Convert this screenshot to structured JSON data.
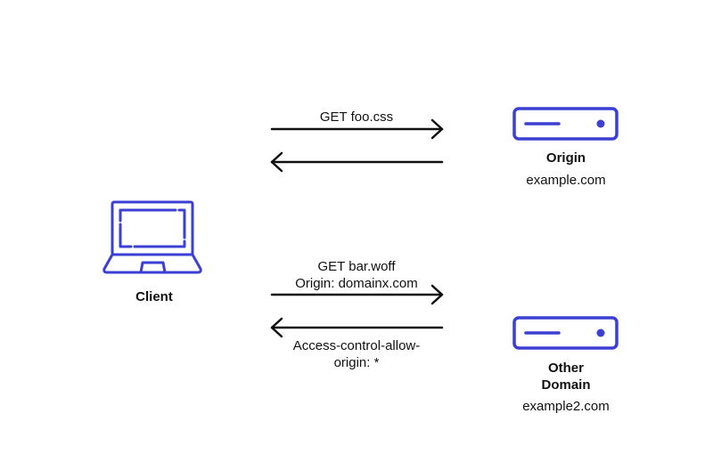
{
  "colors": {
    "icon": "#3b3fd4",
    "arrow": "#111111",
    "background": "#ffffff"
  },
  "icons": {
    "client": "laptop-icon",
    "origin": "server-icon",
    "other": "server-icon"
  },
  "client": {
    "name": "Client"
  },
  "origin_server": {
    "name": "Origin",
    "host": "example.com"
  },
  "other_server": {
    "name_line1": "Other",
    "name_line2": "Domain",
    "host": "example2.com"
  },
  "requests": {
    "same_origin": {
      "label": "GET foo.css"
    },
    "cross_origin": {
      "label_line1": "GET bar.woff",
      "label_line2": "Origin: domainx.com",
      "response_line1": "Access-control-allow-",
      "response_line2": "origin: *"
    }
  }
}
